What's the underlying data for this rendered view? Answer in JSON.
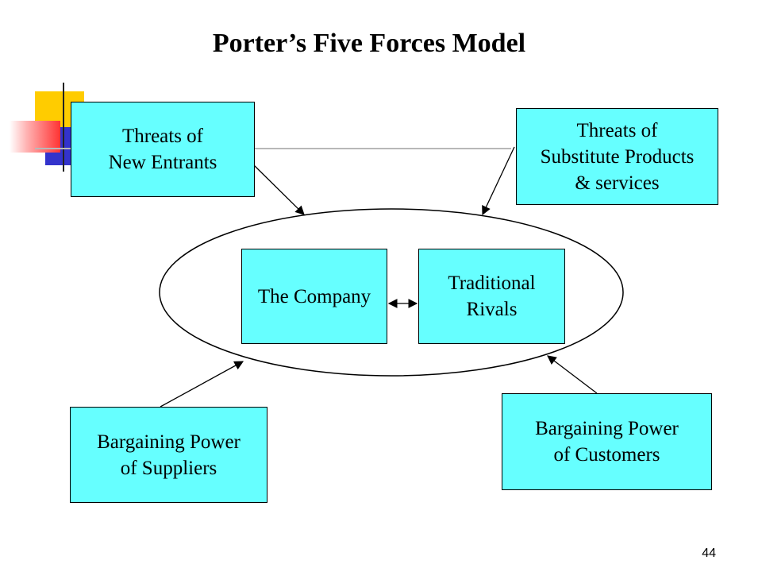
{
  "slide": {
    "title": "Porter’s Five Forces Model",
    "number": "44"
  },
  "colors": {
    "box_fill": "#66ffff",
    "deco_yellow": "#ffcc00",
    "deco_blue": "#3333cc",
    "deco_red": "#ff3333"
  },
  "nodes": {
    "new_entrants": {
      "lines": [
        "Threats of",
        "New Entrants"
      ]
    },
    "substitutes": {
      "lines": [
        "Threats of",
        "Substitute Products",
        "& services"
      ]
    },
    "company": {
      "lines": [
        "The Company"
      ]
    },
    "rivals": {
      "lines": [
        "Traditional",
        "Rivals"
      ]
    },
    "suppliers": {
      "lines": [
        "Bargaining Power",
        "of Suppliers"
      ]
    },
    "customers": {
      "lines": [
        "Bargaining Power",
        "of Customers"
      ]
    }
  }
}
